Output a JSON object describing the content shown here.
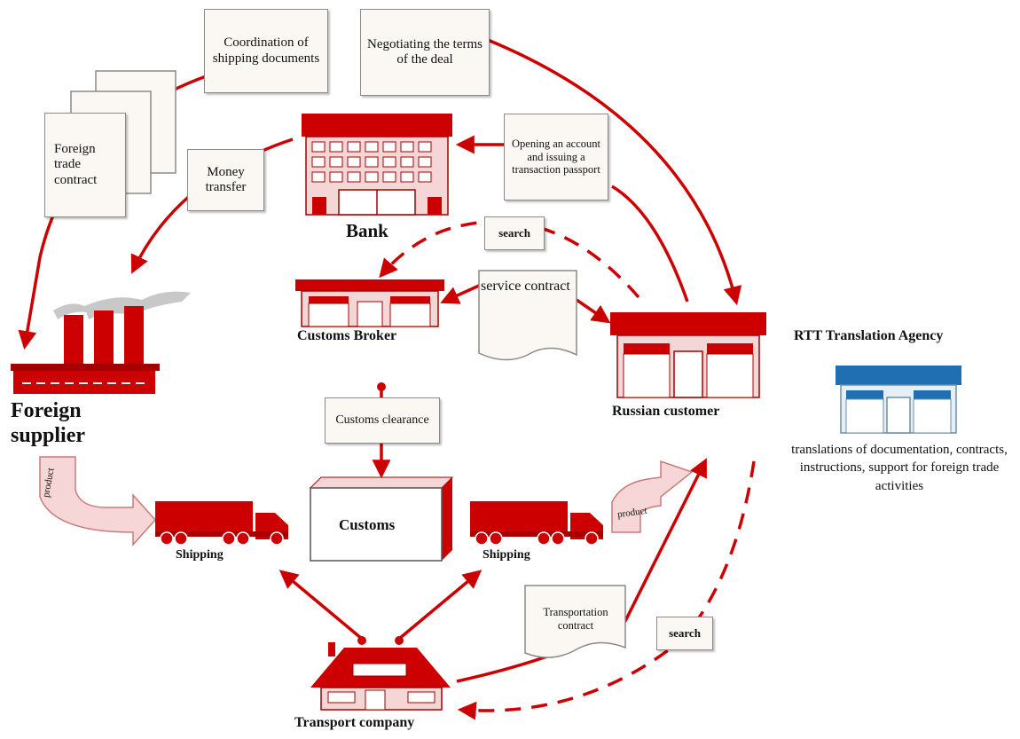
{
  "boxes": {
    "coordination": "Coordination of shipping documents",
    "negotiating": "Negotiating the terms of the deal",
    "foreign_trade_contract": "Foreign trade contract",
    "money_transfer": "Money transfer",
    "opening_account": "Opening an account and issuing a transaction passport",
    "search_top": "search",
    "service_contract": "service contract",
    "customs_clearance": "Customs clearance",
    "transportation_contract": "Transportation contract",
    "search_bottom": "search"
  },
  "nodes": {
    "bank": "Bank",
    "customs_broker": "Customs Broker",
    "foreign_supplier": "Foreign supplier",
    "russian_customer": "Russian customer",
    "customs": "Customs",
    "shipping_left": "Shipping",
    "shipping_right": "Shipping",
    "transport_company": "Transport company",
    "product_left": "product",
    "product_right": "product"
  },
  "agency": {
    "title": "RTT Translation Agency",
    "description": "translations of documentation, contracts, instructions, support for foreign trade activities"
  },
  "colors": {
    "accent": "#cc0000",
    "dark_red": "#a50000",
    "pink": "#f4d6d6",
    "agency_blue": "#1f6fb2"
  }
}
